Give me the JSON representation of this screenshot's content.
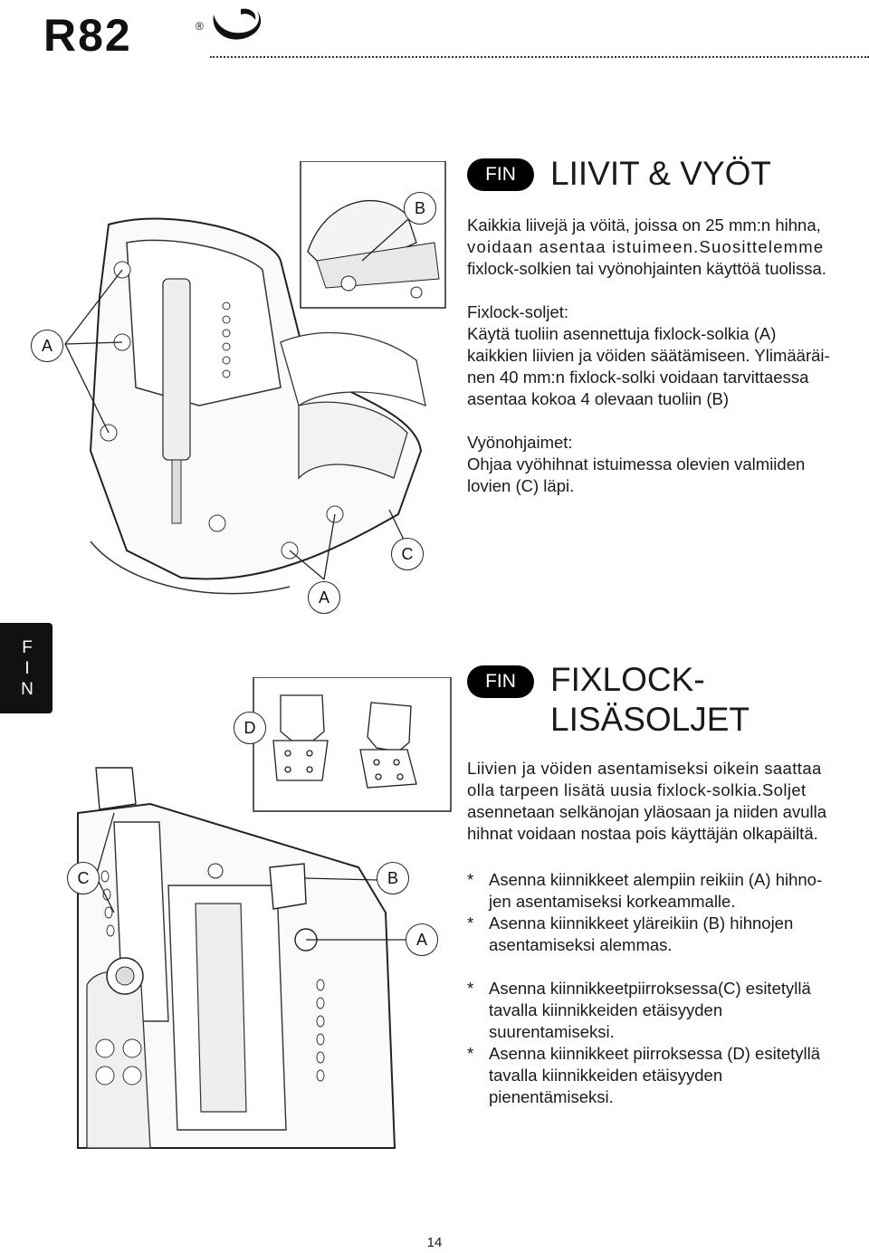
{
  "header": {
    "logo_text": "R82",
    "logo_mark": "®"
  },
  "side_tab": {
    "letters": [
      "F",
      "I",
      "N"
    ]
  },
  "section1": {
    "lang": "FIN",
    "title": "LIIVIT & VYÖT",
    "lines": [
      "Kaikkia liivejä ja vöitä, joissa on 25 mm:n hihna,",
      "voidaan asentaa istuimeen.Suosittelemme",
      "fixlock-solkien tai vyönohjainten käyttöä tuolissa.",
      "",
      "Fixlock-soljet:",
      "Käytä tuoliin asennettuja fixlock-solkia (A)",
      "kaikkien liivien ja vöiden säätämiseen. Ylimääräi-",
      "nen 40 mm:n fixlock-solki voidaan tarvittaessa",
      "asentaa kokoa 4 olevaan tuoliin (B)",
      "",
      "Vyönohjaimet:",
      "Ohjaa vyöhihnat istuimessa olevien valmiiden",
      "lovien (C) läpi."
    ]
  },
  "section2": {
    "lang": "FIN",
    "title_line1": "FIXLOCK-",
    "title_line2": "LISÄSOLJET",
    "lines": [
      "Liivien ja vöiden asentamiseksi oikein saattaa",
      "olla tarpeen lisätä uusia fixlock-solkia.Soljet",
      "asennetaan selkänojan yläosaan ja niiden avulla",
      "hihnat voidaan nostaa pois käyttäjän olkapäiltä."
    ],
    "bullets": [
      {
        "marker": "*",
        "lines": [
          "Asenna kiinnikkeet alempiin reikiin (A) hihno-",
          "jen asentamiseksi korkeammalle."
        ]
      },
      {
        "marker": "*",
        "lines": [
          "Asenna kiinnikkeet yläreikiin (B) hihnojen",
          "asentamiseksi alemmas."
        ]
      },
      {
        "marker": "*",
        "lines": [
          "Asenna kiinnikkeetpiirroksessa(C) esitetyllä",
          "tavalla kiinnikkeiden etäisyyden",
          "suurentamiseksi."
        ]
      },
      {
        "marker": "*",
        "lines": [
          "Asenna kiinnikkeet piirroksessa (D) esitetyllä",
          "tavalla kiinnikkeiden etäisyyden",
          "pienentämiseksi."
        ]
      }
    ]
  },
  "figure1": {
    "callouts": [
      "B",
      "A",
      "C",
      "A"
    ]
  },
  "figure2": {
    "callouts": [
      "D",
      "C",
      "B",
      "A"
    ]
  },
  "page_number": "14"
}
